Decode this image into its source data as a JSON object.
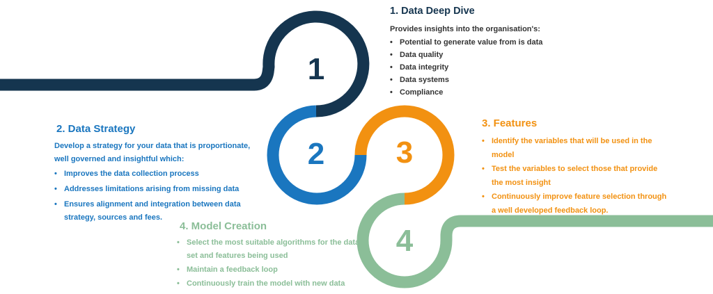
{
  "colors": {
    "step1": "#15354f",
    "step2": "#1a76bf",
    "step3": "#f29111",
    "step4": "#8bbe98"
  },
  "steps": [
    {
      "number": "1",
      "title": "1. Data Deep Dive",
      "intro": "Provides insights into the organisation's:",
      "bullets": [
        "Potential to generate value from is data",
        "Data quality",
        "Data integrity",
        "Data systems",
        "Compliance"
      ]
    },
    {
      "number": "2",
      "title": "2. Data Strategy",
      "intro": "Develop a strategy for your data that is proportionate, well governed and insightful which:",
      "bullets": [
        "Improves the data collection process",
        "Addresses limitations arising from missing data",
        "Ensures alignment and integration between data strategy, sources and fees."
      ]
    },
    {
      "number": "3",
      "title": "3. Features",
      "intro": "",
      "bullets": [
        "Identify the variables that will be used in the model",
        "Test the variables to select those that provide the most insight",
        "Continuously improve feature selection through a well developed feedback loop."
      ]
    },
    {
      "number": "4",
      "title": "4. Model Creation",
      "intro": "",
      "bullets": [
        "Select the most suitable algorithms for the data set and features being used",
        "Maintain a feedback loop",
        "Continuously train the model with new data"
      ]
    }
  ]
}
